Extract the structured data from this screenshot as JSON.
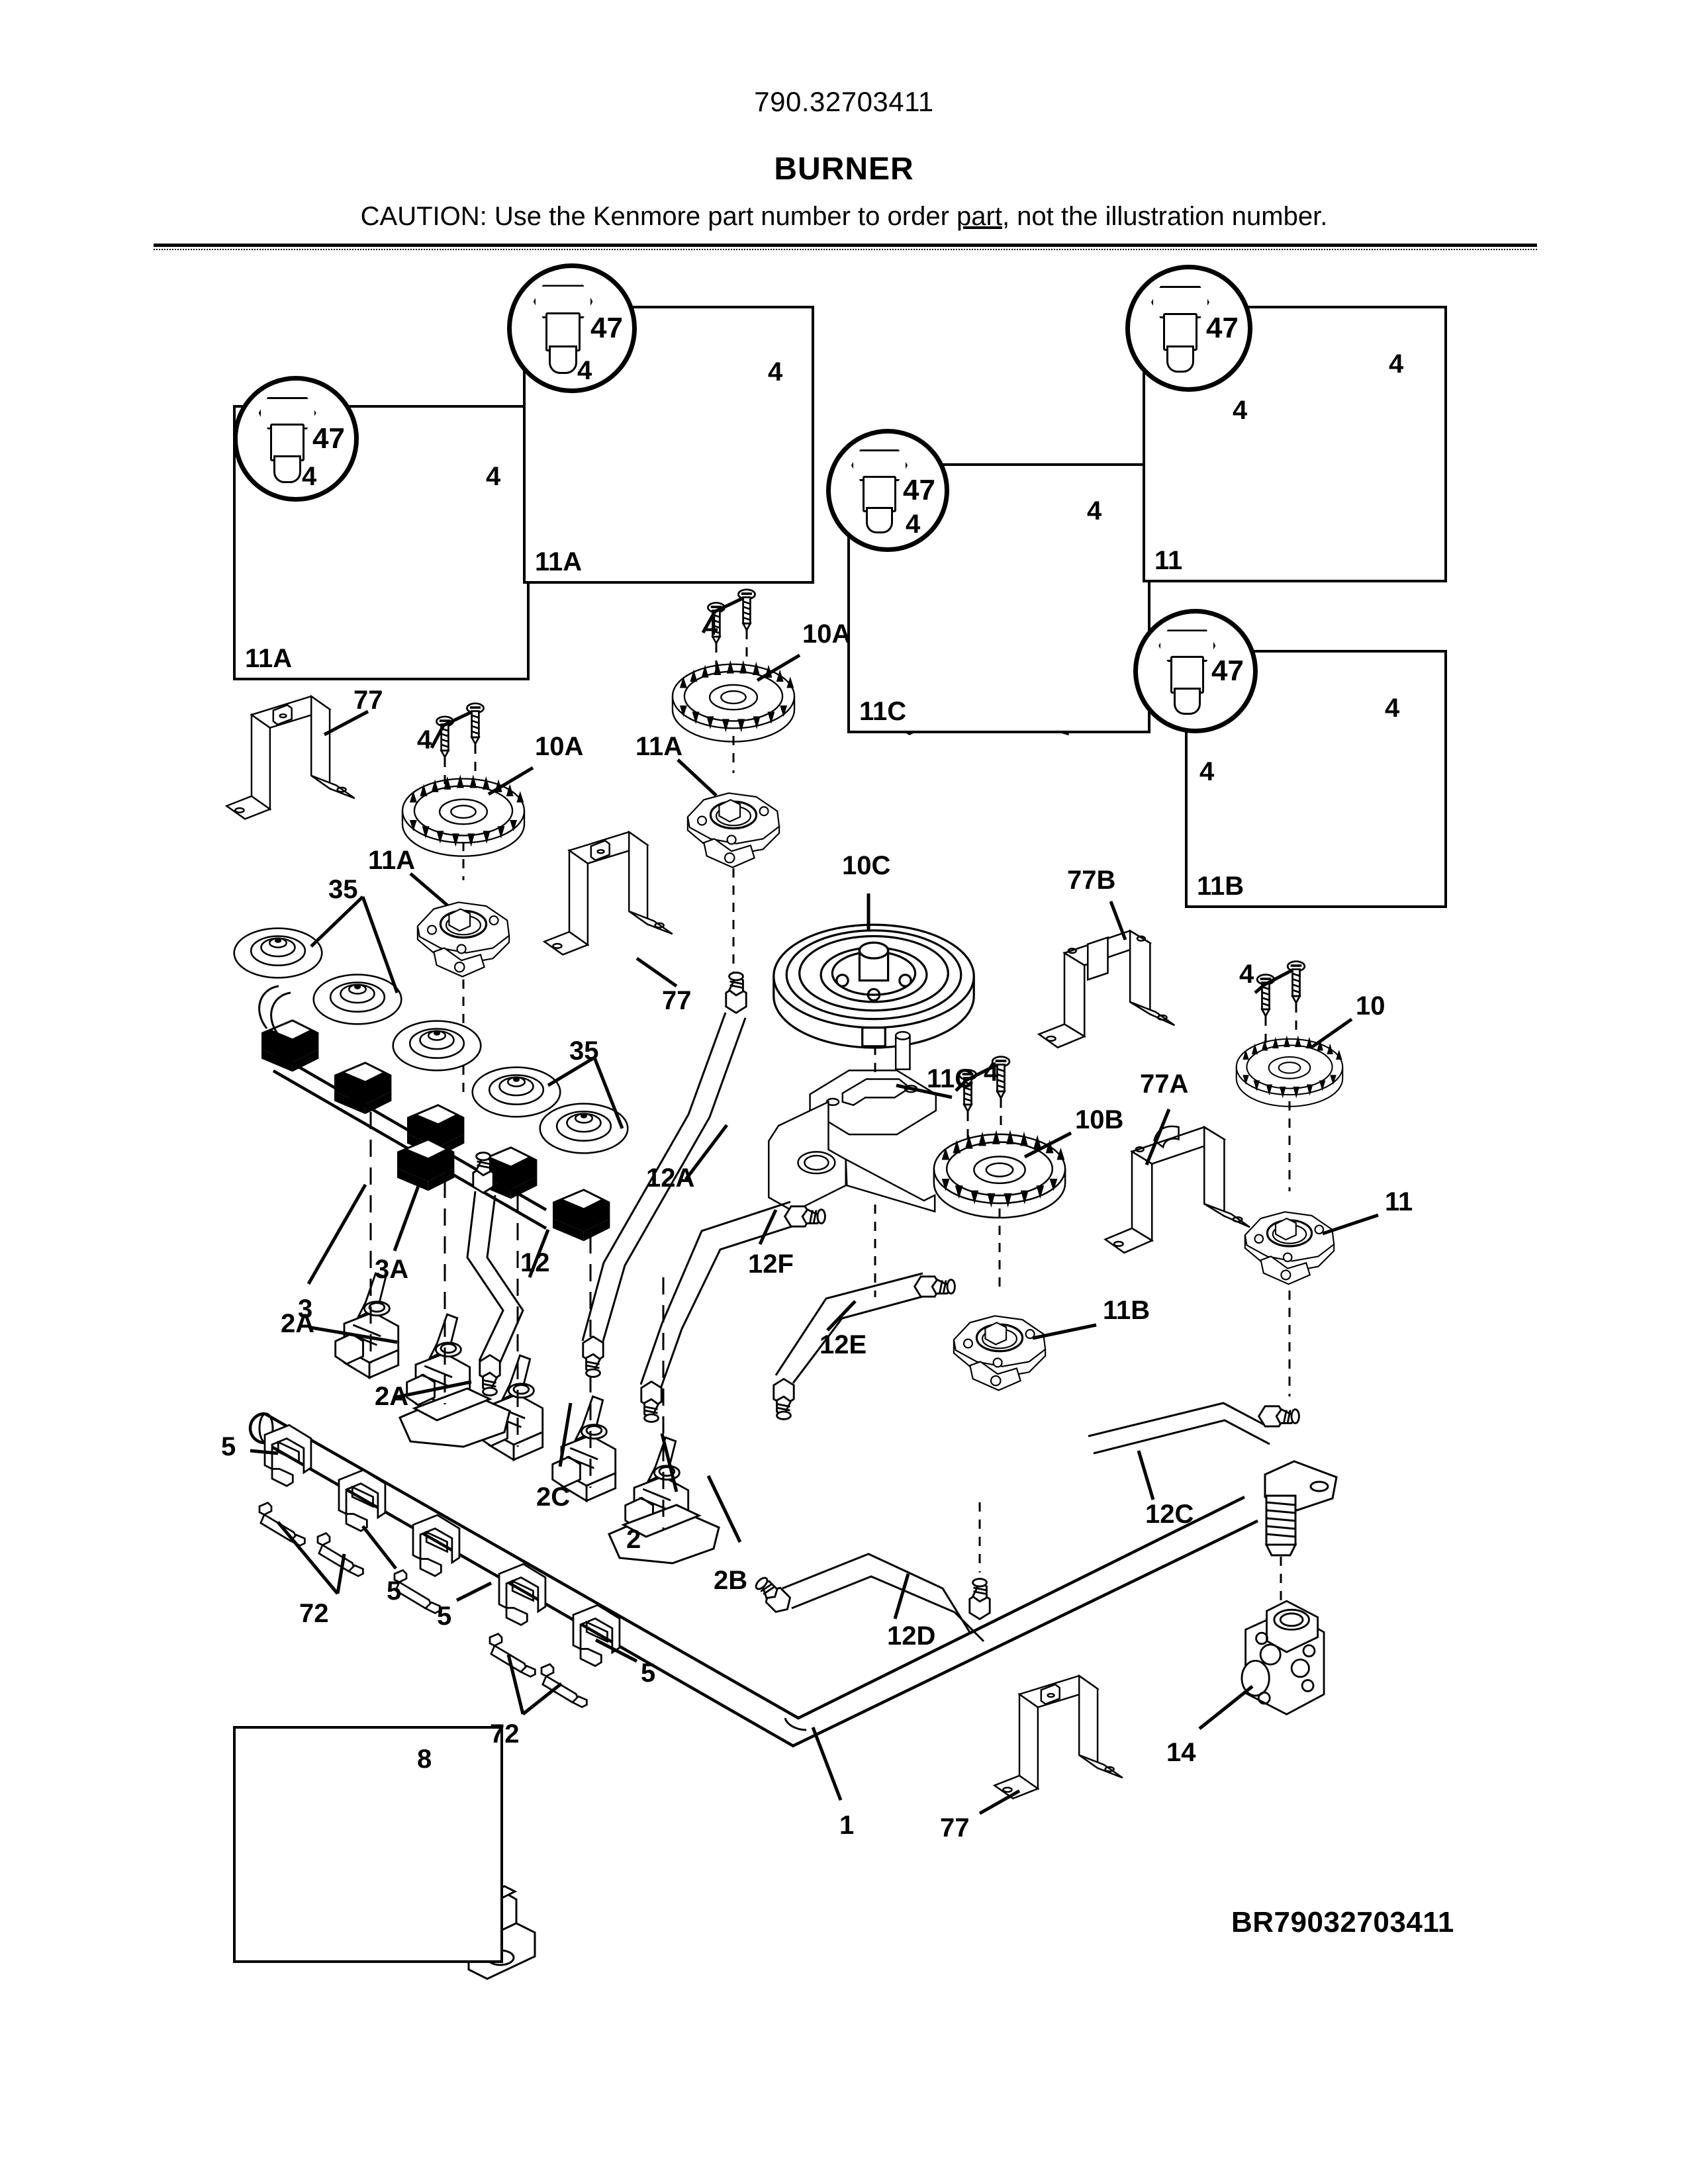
{
  "header": {
    "model_number": "790.32703411",
    "title": "BURNER",
    "caution_prefix": "CAUTION: Use the Kenmore part number to order ",
    "caution_underlined": "part",
    "caution_suffix": ", not the illustration number."
  },
  "footer": {
    "code": "BR79032703411"
  },
  "insets": [
    {
      "id": "inset-11a-left",
      "label": "11A",
      "bubble": "47"
    },
    {
      "id": "inset-11a-top",
      "label": "11A",
      "bubble": "47"
    },
    {
      "id": "inset-11c",
      "label": "11C",
      "bubble": "47"
    },
    {
      "id": "inset-11",
      "label": "11",
      "bubble": "47"
    },
    {
      "id": "inset-11b",
      "label": "11B",
      "bubble": "47"
    },
    {
      "id": "inset-8",
      "label": "8",
      "bubble": ""
    }
  ],
  "callouts": [
    {
      "id": "c-4-a",
      "text": "4"
    },
    {
      "id": "c-4-b",
      "text": "4"
    },
    {
      "id": "c-4-c",
      "text": "4"
    },
    {
      "id": "c-4-d",
      "text": "4"
    },
    {
      "id": "c-4-e",
      "text": "4"
    },
    {
      "id": "c-4-f",
      "text": "4"
    },
    {
      "id": "c-4-g",
      "text": "4"
    },
    {
      "id": "c-4-h",
      "text": "4"
    },
    {
      "id": "c-4-i",
      "text": "4"
    },
    {
      "id": "c-4-j",
      "text": "4"
    },
    {
      "id": "c-4-k",
      "text": "4"
    },
    {
      "id": "c-4-l",
      "text": "4"
    },
    {
      "id": "c-4-m",
      "text": "4"
    },
    {
      "id": "c-77-1",
      "text": "77"
    },
    {
      "id": "c-77-2",
      "text": "77"
    },
    {
      "id": "c-77-3",
      "text": "77"
    },
    {
      "id": "c-77a",
      "text": "77A"
    },
    {
      "id": "c-77b",
      "text": "77B"
    },
    {
      "id": "c-10a-1",
      "text": "10A"
    },
    {
      "id": "c-10a-2",
      "text": "10A"
    },
    {
      "id": "c-10b",
      "text": "10B"
    },
    {
      "id": "c-10c",
      "text": "10C"
    },
    {
      "id": "c-10",
      "text": "10"
    },
    {
      "id": "c-11a-1",
      "text": "11A"
    },
    {
      "id": "c-11a-2",
      "text": "11A"
    },
    {
      "id": "c-11a-3",
      "text": "11A"
    },
    {
      "id": "c-11b-1",
      "text": "11B"
    },
    {
      "id": "c-11c-1",
      "text": "11C"
    },
    {
      "id": "c-11-1",
      "text": "11"
    },
    {
      "id": "c-35-1",
      "text": "35"
    },
    {
      "id": "c-35-2",
      "text": "35"
    },
    {
      "id": "c-3",
      "text": "3"
    },
    {
      "id": "c-3a",
      "text": "3A"
    },
    {
      "id": "c-12",
      "text": "12"
    },
    {
      "id": "c-12a",
      "text": "12A"
    },
    {
      "id": "c-12c",
      "text": "12C"
    },
    {
      "id": "c-12d",
      "text": "12D"
    },
    {
      "id": "c-12e",
      "text": "12E"
    },
    {
      "id": "c-12f",
      "text": "12F"
    },
    {
      "id": "c-2",
      "text": "2"
    },
    {
      "id": "c-2a-1",
      "text": "2A"
    },
    {
      "id": "c-2a-2",
      "text": "2A"
    },
    {
      "id": "c-2b",
      "text": "2B"
    },
    {
      "id": "c-2c",
      "text": "2C"
    },
    {
      "id": "c-5-1",
      "text": "5"
    },
    {
      "id": "c-5-2",
      "text": "5"
    },
    {
      "id": "c-5-3",
      "text": "5"
    },
    {
      "id": "c-5-4",
      "text": "5"
    },
    {
      "id": "c-72-1",
      "text": "72"
    },
    {
      "id": "c-72-2",
      "text": "72"
    },
    {
      "id": "c-1",
      "text": "1"
    },
    {
      "id": "c-14",
      "text": "14"
    },
    {
      "id": "c-8",
      "text": "8"
    }
  ]
}
